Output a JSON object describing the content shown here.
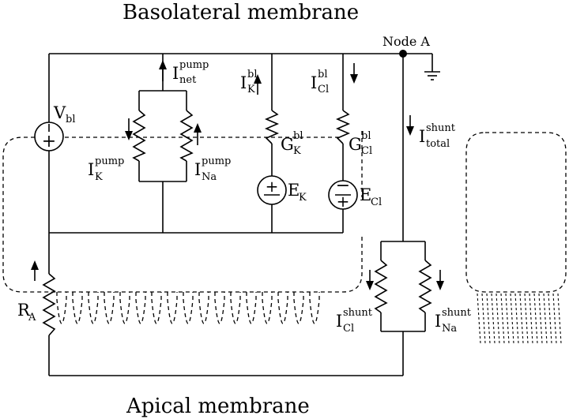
{
  "titles": {
    "top": "Basolateral membrane",
    "bottom": "Apical membrane"
  },
  "labels": {
    "node_a": "Node A",
    "i_net_main": "I",
    "i_net_sup": "pump",
    "i_net_sub": "net",
    "v_bl_main": "V",
    "v_bl_sub": "bl",
    "ik_bl_main": "I",
    "ik_bl_sup": "bl",
    "ik_bl_sub": "K",
    "icl_bl_main": "I",
    "icl_bl_sup": "bl",
    "icl_bl_sub": "Cl",
    "gk_main": "G",
    "gk_sup": "bl",
    "gk_sub": "K",
    "gcl_main": "G",
    "gcl_sup": "bl",
    "gcl_sub": "Cl",
    "ek_main": "E",
    "ek_sub": "K",
    "ecl_main": "E",
    "ecl_sub": "Cl",
    "ik_pump_main": "I",
    "ik_pump_sup": "pump",
    "ik_pump_sub": "K",
    "ina_pump_main": "I",
    "ina_pump_sup": "pump",
    "ina_pump_sub": "Na",
    "ishunt_total_main": "I",
    "ishunt_total_sup": "shunt",
    "ishunt_total_sub": "total",
    "icl_shunt_main": "I",
    "icl_shunt_sup": "shunt",
    "icl_shunt_sub": "Cl",
    "ina_shunt_main": "I",
    "ina_shunt_sup": "shunt",
    "ina_shunt_sub": "Na",
    "ra_main": "R",
    "ra_sub": "A",
    "source_plus": "+",
    "source_minus": "−"
  }
}
